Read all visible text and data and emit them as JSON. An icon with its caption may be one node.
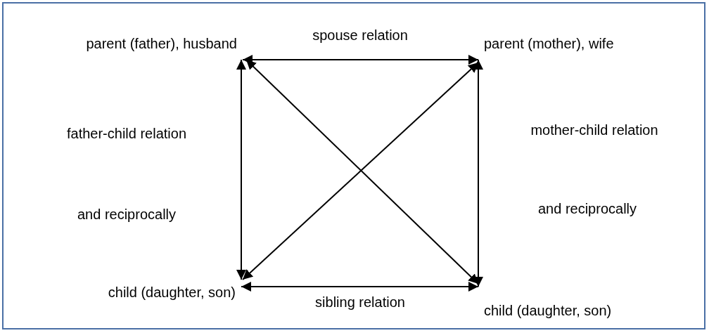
{
  "diagram": {
    "nodes": [
      {
        "text": [
          "parent (father), husband"
        ]
      },
      {
        "text": [
          "parent (mother), wife"
        ]
      },
      {
        "text": [
          "child (daughter, son)"
        ]
      },
      {
        "text": [
          "child (daughter, son)"
        ]
      }
    ],
    "edges": [
      {
        "from": 0,
        "to": 1,
        "arrow": "both",
        "label": "spouse relation"
      },
      {
        "from": 0,
        "to": 2,
        "arrow": "both"
      },
      {
        "from": 1,
        "to": 3,
        "arrow": "both"
      },
      {
        "from": 2,
        "to": 3,
        "arrow": "both",
        "label": "sibling relation"
      },
      {
        "from": 0,
        "to": 3,
        "arrow": "both"
      },
      {
        "from": 2,
        "to": 1,
        "arrow": "both"
      }
    ],
    "labels": [
      "father-child relation",
      "mother-child relation",
      "and reciprocally",
      "and reciprocally"
    ]
  }
}
